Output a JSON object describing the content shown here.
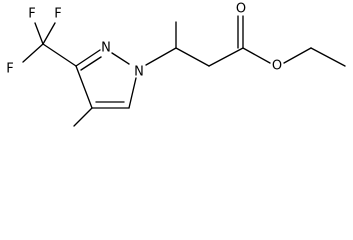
{
  "molecule": {
    "atom_labels": {
      "f_top_left": "F",
      "f_top_right": "F",
      "f_left": "F",
      "n2": "N",
      "n1": "N",
      "o_carbonyl": "O",
      "o_ester": "O"
    }
  },
  "colors": {
    "bond": "#000000",
    "label": "#000000",
    "background": "#ffffff"
  }
}
